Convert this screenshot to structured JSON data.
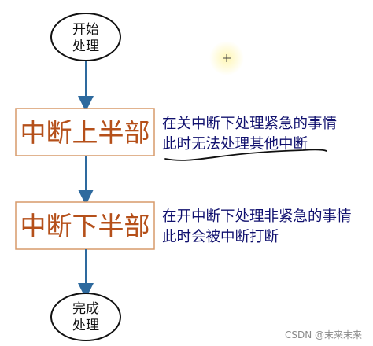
{
  "diagram": {
    "start_node": {
      "line1": "开始",
      "line2": "处理"
    },
    "top_half_box": {
      "label": "中断上半部"
    },
    "bottom_half_box": {
      "label": "中断下半部"
    },
    "end_node": {
      "line1": "完成",
      "line2": "处理"
    },
    "top_half_note": {
      "line1": "在关中断下处理紧急的事情",
      "line2": "此时无法处理其他中断"
    },
    "bottom_half_note": {
      "line1": "在开中断下处理非紧急的事情",
      "line2": "此时会被中断打断"
    }
  },
  "colors": {
    "arrow": "#2e6a9e",
    "box_border": "#d79a6a",
    "box_text": "#b5501a",
    "note_text": "#10106e",
    "cursor_highlight": "#fff3a0"
  },
  "watermark": "CSDN @末来末来_"
}
